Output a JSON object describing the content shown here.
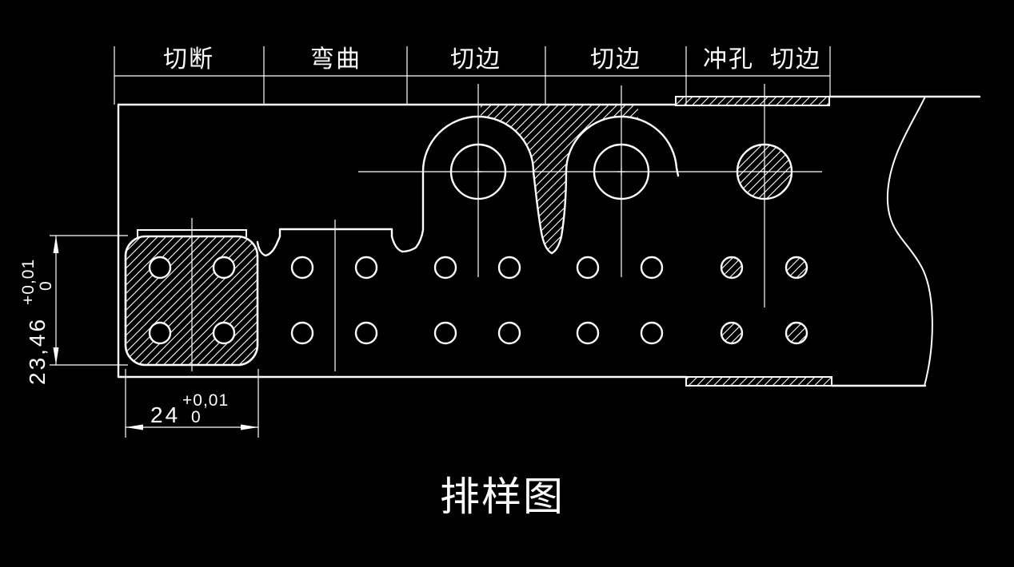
{
  "drawing": {
    "title": "排样图",
    "stations": {
      "labels": [
        "切断",
        "弯曲",
        "切边",
        "切边",
        "冲孔",
        "切边"
      ]
    },
    "dimensions": {
      "height": {
        "value": "23,46",
        "tol_upper": "+0,01",
        "tol_lower": "0"
      },
      "width": {
        "value": "24",
        "tol_upper": "+0,01",
        "tol_lower": "0"
      }
    },
    "colors": {
      "background": "#000000",
      "line": "#ffffff"
    }
  }
}
